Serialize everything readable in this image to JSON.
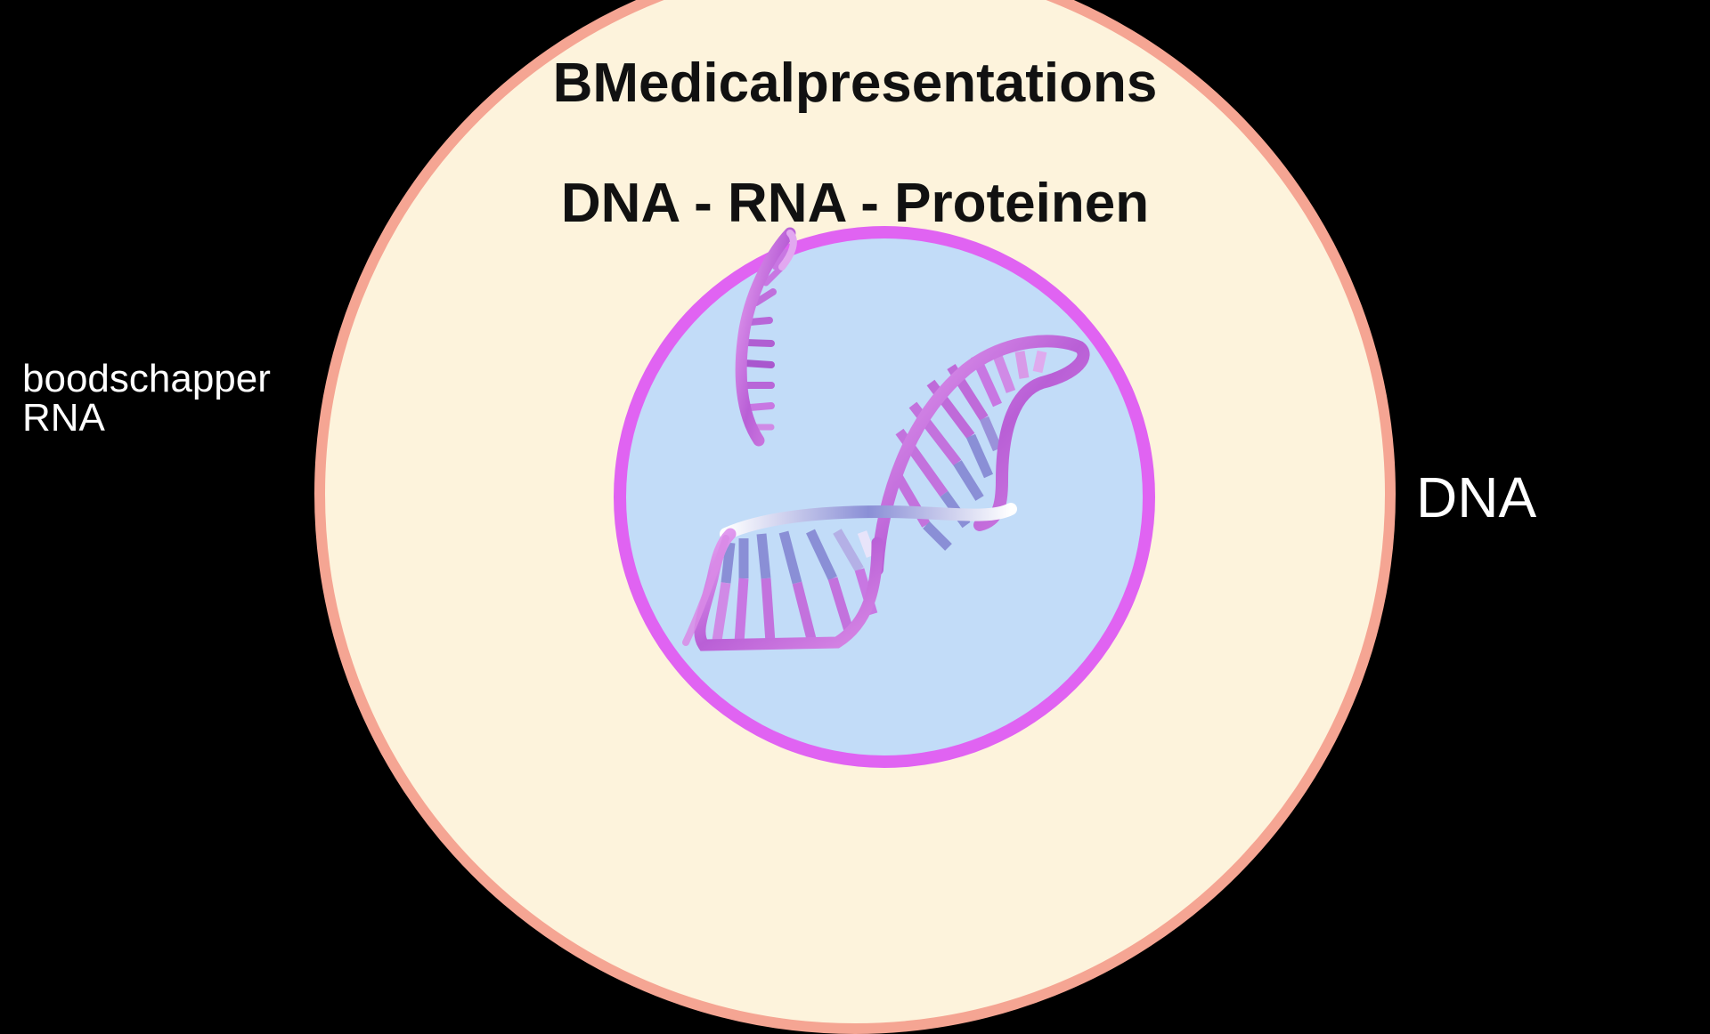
{
  "slide": {
    "brand": "BMedicalpresentations",
    "subtitle": "DNA - RNA - Proteinen",
    "labels": {
      "mrna_line1": "boodschapper",
      "mrna_line2": "RNA",
      "dna": "DNA"
    }
  },
  "diagram": {
    "outer_cell": {
      "fill": "#fdf3dc",
      "border": "#f5a593"
    },
    "nucleus": {
      "fill": "#c2dcf8",
      "border": "#e063f2"
    },
    "helix_colors": {
      "backbone": "#c86fe0",
      "rung_pink": "#d98ae6",
      "rung_blue": "#8a8fd6",
      "highlight": "#f4eaff"
    },
    "elements": [
      "mrna-strand",
      "dna-double-helix"
    ]
  },
  "background": "#000000"
}
